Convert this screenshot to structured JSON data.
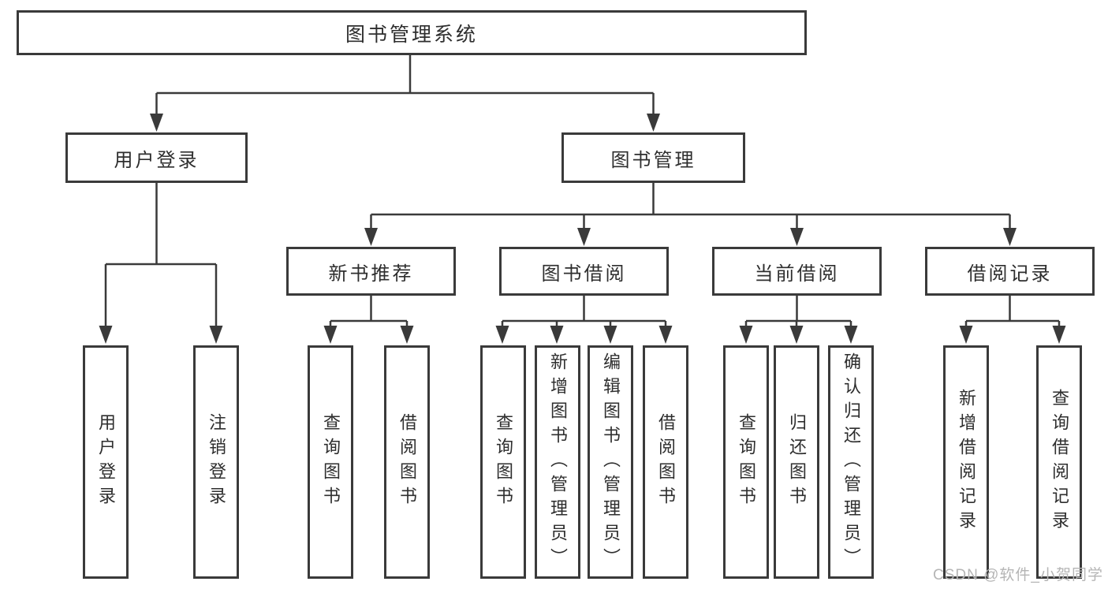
{
  "nodes": {
    "root": {
      "label": "图书管理系统"
    },
    "user_login": {
      "label": "用户登录"
    },
    "book_management": {
      "label": "图书管理"
    },
    "new_book_recommend": {
      "label": "新书推荐"
    },
    "book_borrowing": {
      "label": "图书借阅"
    },
    "current_borrowing": {
      "label": "当前借阅"
    },
    "borrowing_records": {
      "label": "借阅记录"
    }
  },
  "leaves": {
    "user_login": {
      "label": "用户登录"
    },
    "logout": {
      "label": "注销登录"
    },
    "recommend_query_books": {
      "label": "查询图书"
    },
    "recommend_borrow_books": {
      "label": "借阅图书"
    },
    "borrowing_query_books": {
      "label": "查询图书"
    },
    "borrowing_add_books_admin": {
      "label": "新增图书（管理员）"
    },
    "borrowing_edit_books_admin": {
      "label": "编辑图书（管理员）"
    },
    "borrowing_borrow_books": {
      "label": "借阅图书"
    },
    "current_query_books": {
      "label": "查询图书"
    },
    "current_return_books": {
      "label": "归还图书"
    },
    "current_confirm_return_admin": {
      "label": "确认归还（管理员）"
    },
    "records_add_record": {
      "label": "新增借阅记录"
    },
    "records_query_record": {
      "label": "查询借阅记录"
    }
  },
  "watermark": {
    "text": "CSDN @软件_小贺同学"
  },
  "colors": {
    "line": "#3a3a3a",
    "border": "#3a3a3a",
    "text": "#2e2e2e",
    "watermark": "#b5b5b5",
    "background": "#ffffff"
  }
}
